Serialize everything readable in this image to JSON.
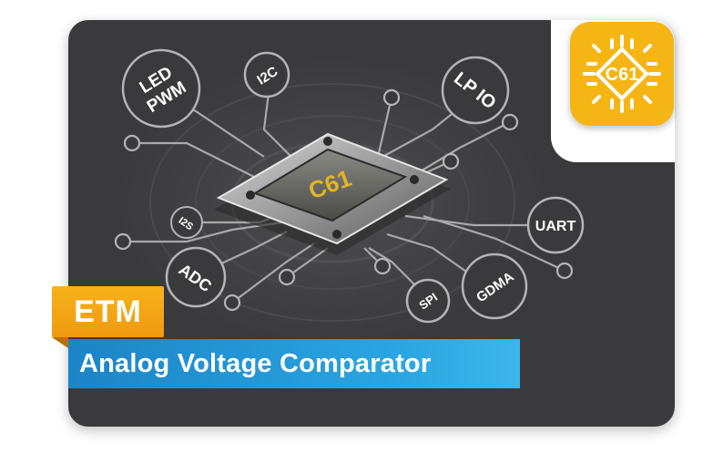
{
  "chip_label": "C61",
  "badge_label": "C61",
  "nodes": {
    "led_pwm_line1": "LED",
    "led_pwm_line2": "PWM",
    "i2c": "I2C",
    "lp_io": "LP IO",
    "i2s": "I2S",
    "adc": "ADC",
    "spi": "SPI",
    "gdma": "GDMA",
    "uart": "UART"
  },
  "tag": "ETM",
  "title": "Analog Voltage Comparator",
  "colors": {
    "card_bg": "#3a3a3c",
    "accent_yellow": "#f5b514",
    "banner_blue": "#2aa4e0",
    "chip_gold": "#e2b526"
  }
}
